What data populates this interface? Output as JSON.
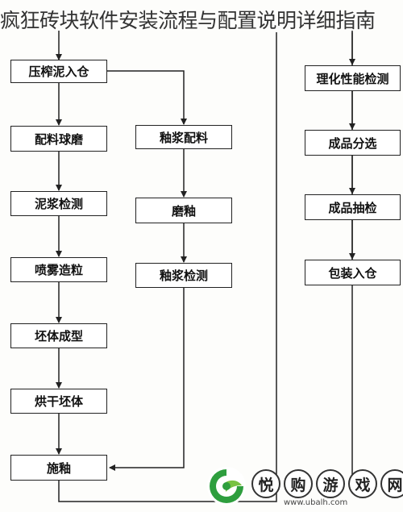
{
  "title": "疯狂砖块软件安装流程与配置说明详细指南",
  "flowchart": {
    "left_steps": [
      "压榨泥入仓",
      "配料球磨",
      "泥浆检测",
      "喷雾造粒",
      "坯体成型",
      "烘干坯体",
      "施釉"
    ],
    "middle_steps": [
      "釉浆配料",
      "磨釉",
      "釉浆检测"
    ],
    "right_steps": [
      "理化性能检测",
      "成品分选",
      "成品抽检",
      "包装入仓"
    ]
  },
  "watermark": {
    "chars": [
      "悦",
      "购",
      "游",
      "戏",
      "网"
    ],
    "url": "www.ubalh.com"
  }
}
